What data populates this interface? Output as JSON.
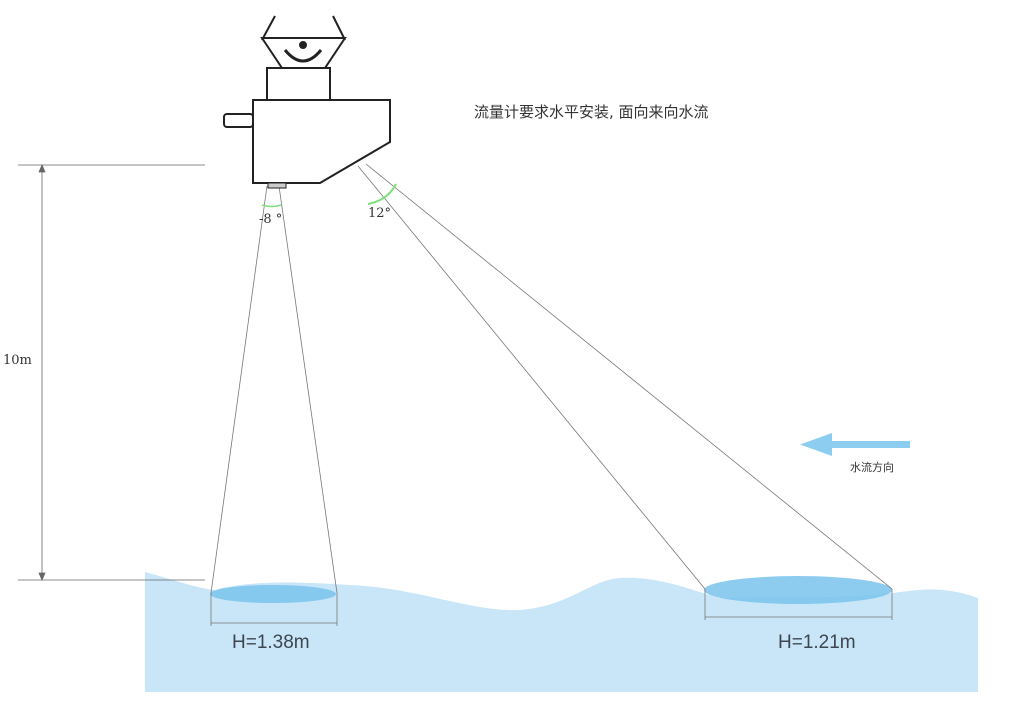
{
  "title_note": "流量计要求水平安装, 面向来向水流",
  "flow_direction_label": "水流方向",
  "height_label": "10m",
  "vertical_beam_angle": "-8 °",
  "tilted_beam_angle": "12°",
  "left_footprint_label": "H=1.38m",
  "right_footprint_label": "H=1.21m",
  "colors": {
    "water": "#c9e6f8",
    "footprint": "#79c3ec",
    "arrow": "#8dcdf0",
    "angle_marker": "#7ee07e"
  }
}
